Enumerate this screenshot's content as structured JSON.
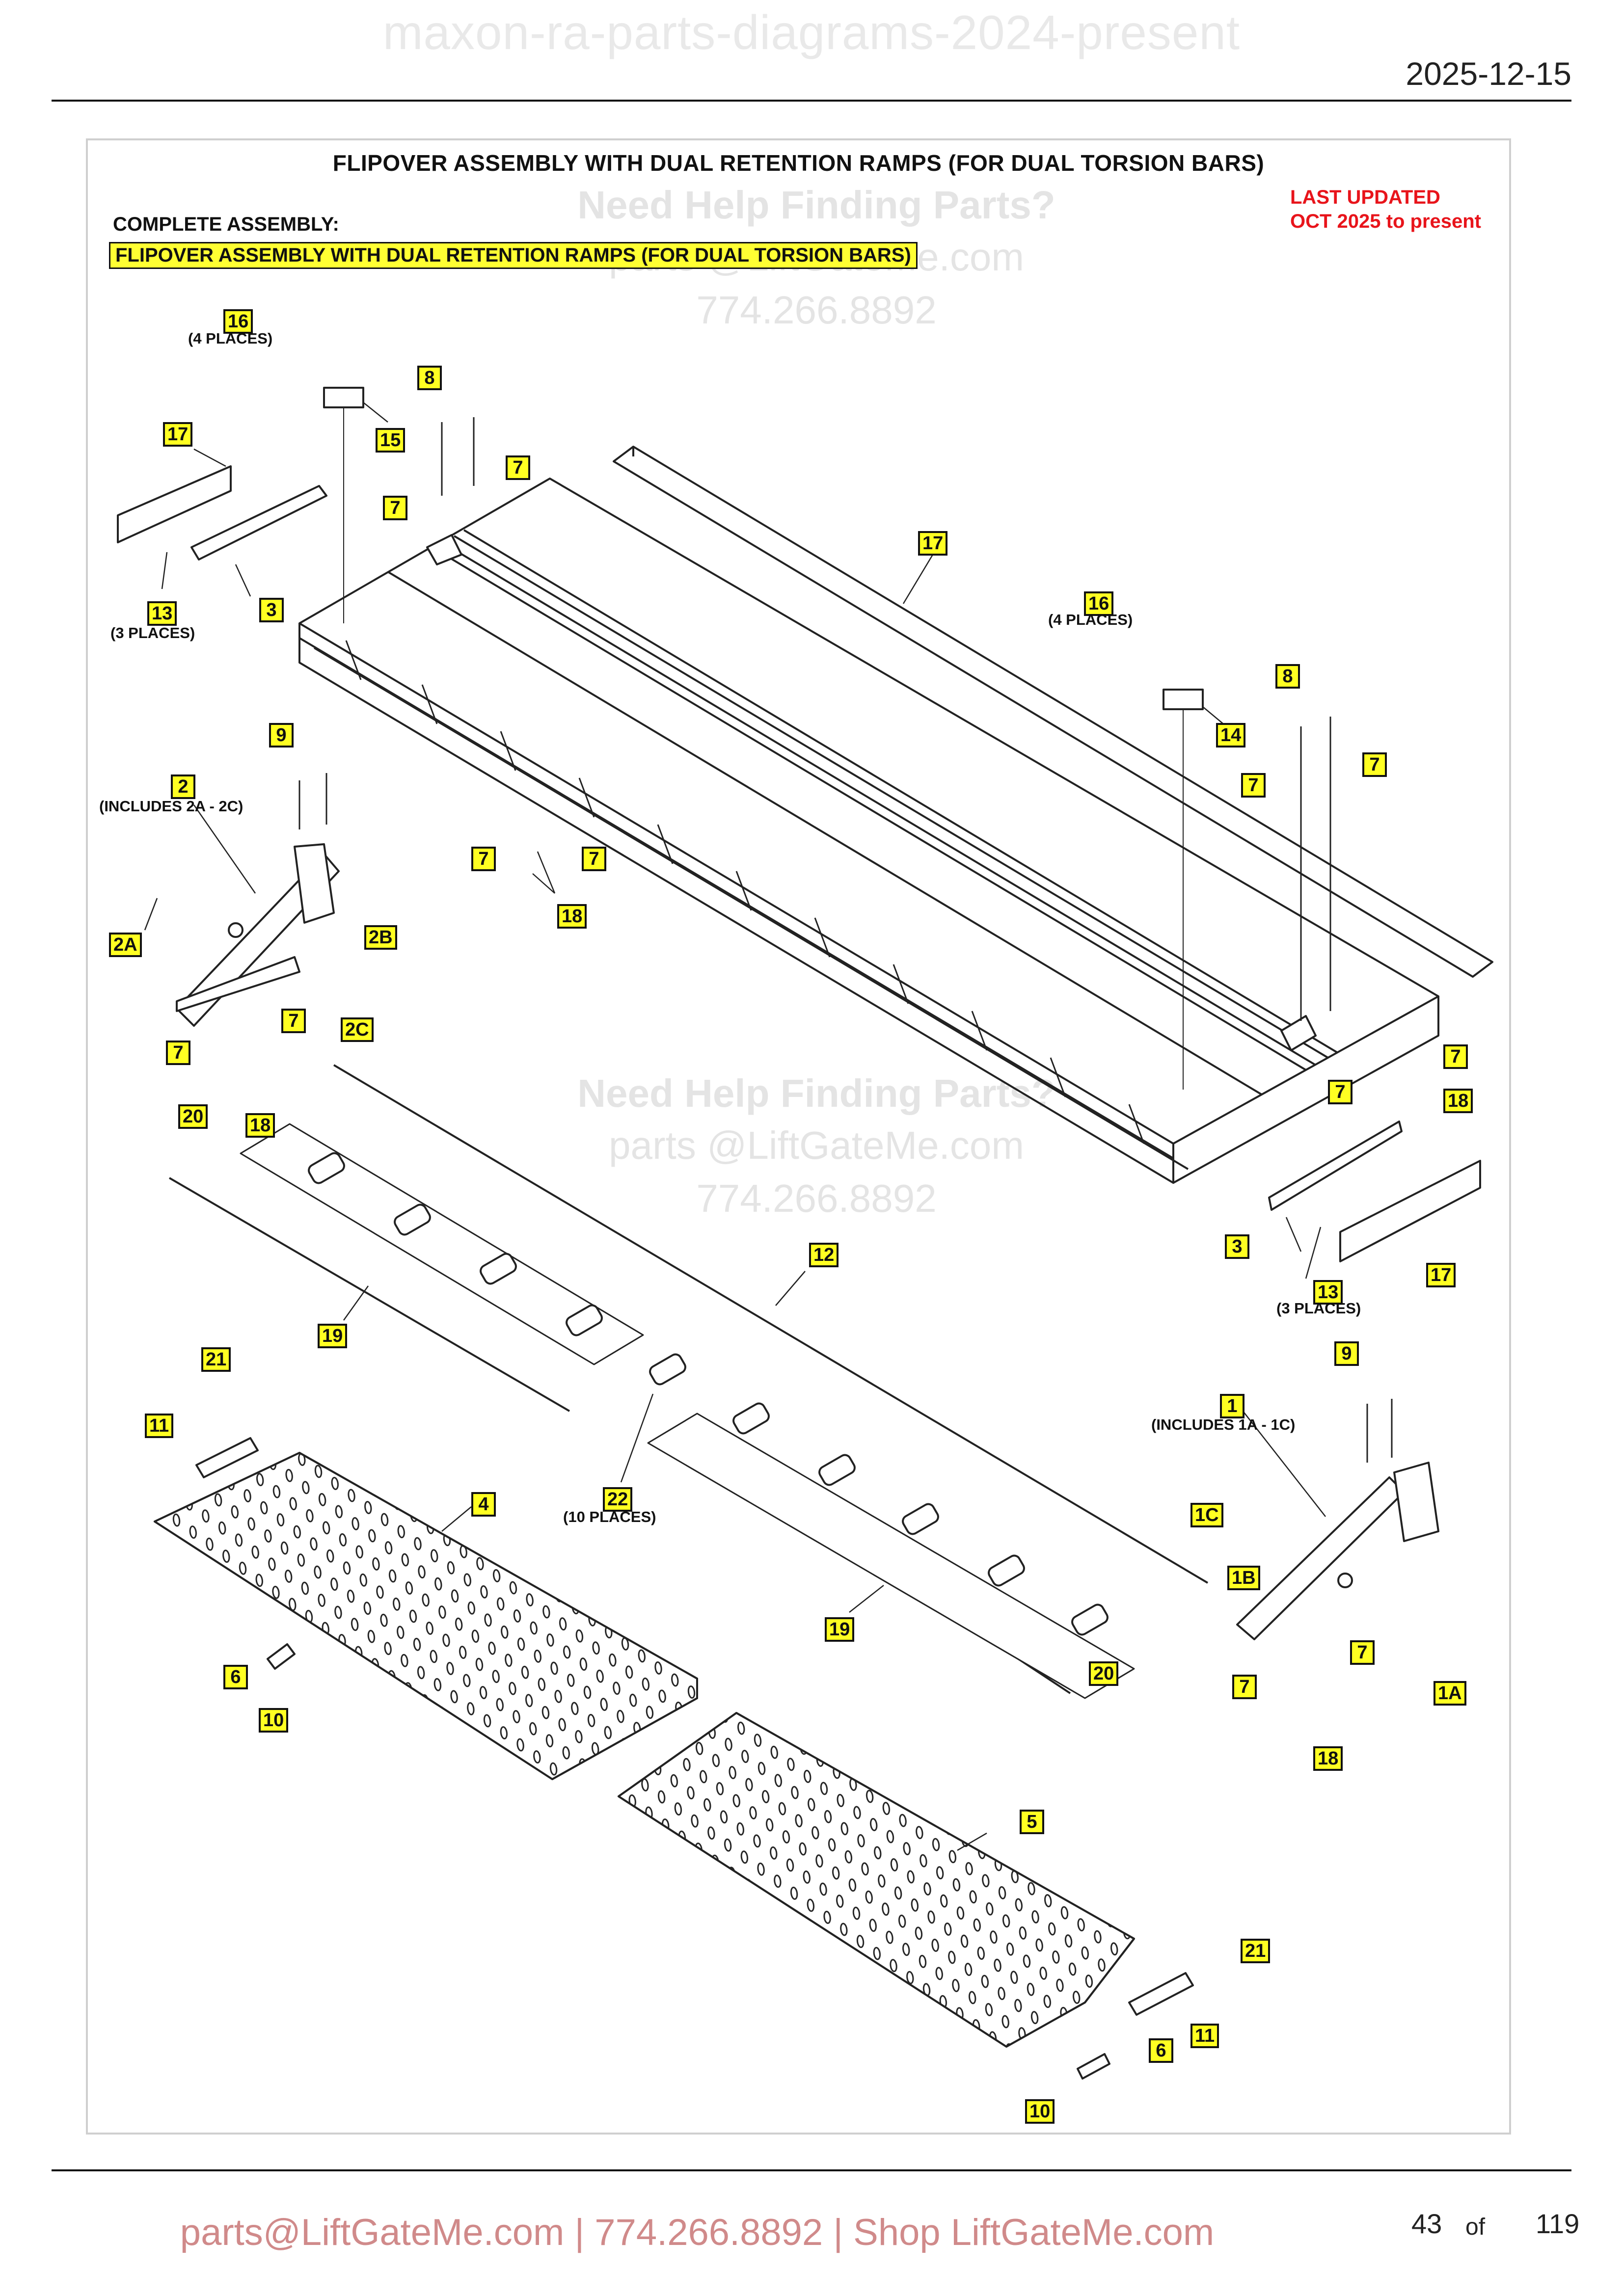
{
  "header": {
    "watermark": "maxon-ra-parts-diagrams-2024-present",
    "date": "2025-12-15"
  },
  "diagram": {
    "title": "FLIPOVER ASSEMBLY WITH DUAL RETENTION RAMPS (FOR DUAL TORSION BARS)",
    "complete_assembly_label": "COMPLETE ASSEMBLY:",
    "complete_assembly_name": "FLIPOVER ASSEMBLY WITH DUAL RETENTION RAMPS (FOR DUAL TORSION BARS)",
    "last_updated": "LAST UPDATED",
    "last_updated_range": "OCT 2025 to present",
    "watermark": {
      "heading": "Need Help Finding Parts?",
      "email": "parts @LiftGateMe.com",
      "phone": "774.266.8892"
    },
    "callouts": [
      {
        "id": "c16a",
        "label": "16"
      },
      {
        "id": "c15",
        "label": "15"
      },
      {
        "id": "c8a",
        "label": "8"
      },
      {
        "id": "c7a",
        "label": "7"
      },
      {
        "id": "c7b",
        "label": "7"
      },
      {
        "id": "c17a",
        "label": "17"
      },
      {
        "id": "c3a",
        "label": "3"
      },
      {
        "id": "c13a",
        "label": "13"
      },
      {
        "id": "c17b",
        "label": "17"
      },
      {
        "id": "c16b",
        "label": "16"
      },
      {
        "id": "c14",
        "label": "14"
      },
      {
        "id": "c8b",
        "label": "8"
      },
      {
        "id": "c7c",
        "label": "7"
      },
      {
        "id": "c7d",
        "label": "7"
      },
      {
        "id": "c9a",
        "label": "9"
      },
      {
        "id": "c2",
        "label": "2"
      },
      {
        "id": "c2a",
        "label": "2A"
      },
      {
        "id": "c2b",
        "label": "2B"
      },
      {
        "id": "c2c",
        "label": "2C"
      },
      {
        "id": "c7e",
        "label": "7"
      },
      {
        "id": "c7f",
        "label": "7"
      },
      {
        "id": "c18a",
        "label": "18"
      },
      {
        "id": "c7g",
        "label": "7"
      },
      {
        "id": "c7h",
        "label": "7"
      },
      {
        "id": "c18b",
        "label": "18"
      },
      {
        "id": "c7i",
        "label": "7"
      },
      {
        "id": "c7j",
        "label": "7"
      },
      {
        "id": "c18c",
        "label": "18"
      },
      {
        "id": "c20a",
        "label": "20"
      },
      {
        "id": "c3b",
        "label": "3"
      },
      {
        "id": "c13b",
        "label": "13"
      },
      {
        "id": "c17c",
        "label": "17"
      },
      {
        "id": "c12",
        "label": "12"
      },
      {
        "id": "c19a",
        "label": "19"
      },
      {
        "id": "c21a",
        "label": "21"
      },
      {
        "id": "c11a",
        "label": "11"
      },
      {
        "id": "c4",
        "label": "4"
      },
      {
        "id": "c22",
        "label": "22"
      },
      {
        "id": "c9b",
        "label": "9"
      },
      {
        "id": "c1",
        "label": "1"
      },
      {
        "id": "c1c",
        "label": "1C"
      },
      {
        "id": "c1b",
        "label": "1B"
      },
      {
        "id": "c7k",
        "label": "7"
      },
      {
        "id": "c7l",
        "label": "7"
      },
      {
        "id": "c1a",
        "label": "1A"
      },
      {
        "id": "c18d",
        "label": "18"
      },
      {
        "id": "c19b",
        "label": "19"
      },
      {
        "id": "c20b",
        "label": "20"
      },
      {
        "id": "c6a",
        "label": "6"
      },
      {
        "id": "c10a",
        "label": "10"
      },
      {
        "id": "c5",
        "label": "5"
      },
      {
        "id": "c21b",
        "label": "21"
      },
      {
        "id": "c11b",
        "label": "11"
      },
      {
        "id": "c6b",
        "label": "6"
      },
      {
        "id": "c10b",
        "label": "10"
      }
    ],
    "notes": {
      "n16a": "(4 PLACES)",
      "n13a": "(3 PLACES)",
      "n16b": "(4 PLACES)",
      "n2": "(INCLUDES 2A - 2C)",
      "n13b": "(3 PLACES)",
      "n22": "(10 PLACES)",
      "n1": "(INCLUDES 1A - 1C)"
    }
  },
  "footer": {
    "contact": "parts@LiftGateMe.com | 774.266.8892 | Shop LiftGateMe.com",
    "page": "43",
    "of": "of",
    "total": "119"
  }
}
